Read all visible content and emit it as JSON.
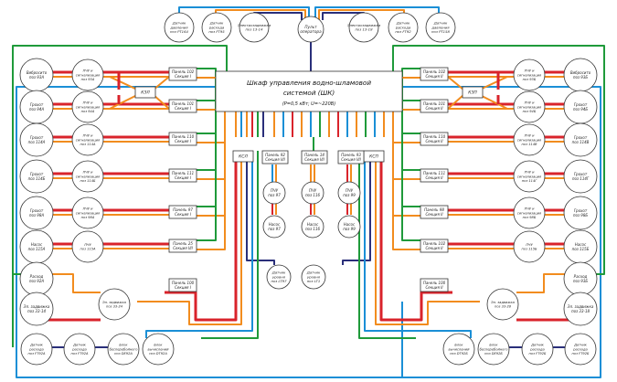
{
  "main": {
    "line1": "Шкаф управления водно-шламовой",
    "line2": "системой (ШК)",
    "line3": "(P=0,5 кВт; U=~220В)"
  },
  "operator": {
    "line1": "Пульт",
    "line2": "оператора"
  },
  "kzl": "КЗЛ",
  "kzr": "КЗП",
  "ksl": "КСЛ",
  "ksr": "КСП",
  "center_panels": [
    {
      "l1": "Панель 92",
      "l2": "Секция I/II"
    },
    {
      "l1": "Панель 14",
      "l2": "Секция I/II"
    },
    {
      "l1": "Панель 93",
      "l2": "Секция I/II"
    }
  ],
  "center_ppu": [
    {
      "l1": "ПЧУ",
      "l2": "поз 97"
    },
    {
      "l1": "ПЧУ",
      "l2": "поз 116"
    },
    {
      "l1": "ПЧУ",
      "l2": "поз 99"
    }
  ],
  "pumps": [
    {
      "l1": "Насос",
      "l2": "поз 97"
    },
    {
      "l1": "Насос",
      "l2": "поз 116"
    },
    {
      "l1": "Насос",
      "l2": "поз 99"
    }
  ],
  "level_sensors": [
    {
      "l1": "Датчик",
      "l2": "уровня",
      "l3": "поз LT97"
    },
    {
      "l1": "Датчик",
      "l2": "уровня",
      "l3": "поз LT1"
    }
  ],
  "top_left": [
    {
      "l1": "Датчик",
      "l2": "давления",
      "l3": "поз PT164"
    },
    {
      "l1": "Датчик",
      "l2": "расхода",
      "l3": "поз FT95"
    },
    {
      "l1": "Электрозадвижка",
      "l2": "поз 13-14"
    }
  ],
  "top_right": [
    {
      "l1": "Электрозадвижка",
      "l2": "поз 13-18"
    },
    {
      "l1": "Датчик",
      "l2": "расхода",
      "l3": "поз FT92"
    },
    {
      "l1": "Датчик",
      "l2": "давления",
      "l3": "поз PT158"
    }
  ],
  "left_equipment": [
    {
      "l1": "Вибросито",
      "l2": "поз 93А"
    },
    {
      "l1": "Грохот",
      "l2": "поз 94А"
    },
    {
      "l1": "Грохот",
      "l2": "поз 114А"
    },
    {
      "l1": "Грохот",
      "l2": "поз 114Б"
    },
    {
      "l1": "Грохот",
      "l2": "поз 98А"
    },
    {
      "l1": "Насос",
      "l2": "поз 115А"
    },
    {
      "l1": "Расход",
      "l2": "поз 92А"
    },
    {
      "l1": "Эл. задвижка",
      "l2": "поз 33-14"
    }
  ],
  "left_ppu": [
    {
      "l1": "ПЧУ и",
      "l2": "сигнализация",
      "l3": "поз 93А"
    },
    {
      "l1": "ПЧУ и",
      "l2": "сигнализация",
      "l3": "поз 94А"
    },
    {
      "l1": "ПЧУ и",
      "l2": "сигнализация",
      "l3": "поз 114А"
    },
    {
      "l1": "ПЧУ и",
      "l2": "сигнализация",
      "l3": "поз 114Б"
    },
    {
      "l1": "ПЧУ и",
      "l2": "сигнализация",
      "l3": "поз 98А"
    },
    {
      "l1": "ПЧУ",
      "l2": "поз 115А"
    },
    {
      "l1": "Эл. задвижка",
      "l2": "поз 33-24"
    }
  ],
  "left_panels": [
    {
      "l1": "Панель 102",
      "l2": "Секция I"
    },
    {
      "l1": "Панель 101",
      "l2": "Секция I"
    },
    {
      "l1": "Панель 110",
      "l2": "Секция I"
    },
    {
      "l1": "Панель 111",
      "l2": "Секция I"
    },
    {
      "l1": "Панель 97",
      "l2": "Секция I"
    },
    {
      "l1": "Панель 25",
      "l2": "Секция I/II"
    },
    {
      "l1": "Панель 100",
      "l2": "Секция I"
    }
  ],
  "right_equipment": [
    {
      "l1": "Вибросито",
      "l2": "поз 93Б"
    },
    {
      "l1": "Грохот",
      "l2": "поз 94Б"
    },
    {
      "l1": "Грохот",
      "l2": "поз 114В"
    },
    {
      "l1": "Грохот",
      "l2": "поз 114Г"
    },
    {
      "l1": "Грохот",
      "l2": "поз 98Б"
    },
    {
      "l1": "Насос",
      "l2": "поз 115Б"
    },
    {
      "l1": "Расход",
      "l2": "поз 93Б"
    },
    {
      "l1": "Эл. задвижка",
      "l2": "поз 33-18"
    }
  ],
  "right_ppu": [
    {
      "l1": "ПЧУ и",
      "l2": "сигнализация",
      "l3": "поз 93Б"
    },
    {
      "l1": "ПЧУ и",
      "l2": "сигнализация",
      "l3": "поз 94Б"
    },
    {
      "l1": "ПЧУ и",
      "l2": "сигнализация",
      "l3": "поз 114В"
    },
    {
      "l1": "ПЧУ и",
      "l2": "сигнализация",
      "l3": "поз 114Г"
    },
    {
      "l1": "ПЧУ и",
      "l2": "сигнализация",
      "l3": "поз 98Б"
    },
    {
      "l1": "ПЧУ",
      "l2": "поз 115Б"
    },
    {
      "l1": "Эл. задвижка",
      "l2": "поз 33-28"
    }
  ],
  "right_panels": [
    {
      "l1": "Панель 102",
      "l2": "Секция II"
    },
    {
      "l1": "Панель 101",
      "l2": "Секция II"
    },
    {
      "l1": "Панель 110",
      "l2": "Секция II"
    },
    {
      "l1": "Панель 111",
      "l2": "Секция II"
    },
    {
      "l1": "Панель 98",
      "l2": "Секция II"
    },
    {
      "l1": "Панель 102",
      "l2": "Секция II"
    },
    {
      "l1": "Панель 100",
      "l2": "Секция II"
    }
  ],
  "bottom_left": [
    {
      "l1": "Датчик",
      "l2": "расхода",
      "l3": "поз FT92А"
    },
    {
      "l1": "Датчик",
      "l2": "расхода",
      "l3": "поз FT92А"
    },
    {
      "l1": "Блок",
      "l2": "бесперебойного",
      "l3": "поз DE92А"
    },
    {
      "l1": "Блок",
      "l2": "вычислений",
      "l3": "поз DT92А"
    }
  ],
  "bottom_right": [
    {
      "l1": "Блок",
      "l2": "вычислений",
      "l3": "поз DT92Б"
    },
    {
      "l1": "Блок",
      "l2": "бесперебойного",
      "l3": "поз DE92Б"
    },
    {
      "l1": "Датчик",
      "l2": "расхода",
      "l3": "поз FT92Б"
    },
    {
      "l1": "Датчик",
      "l2": "расхода",
      "l3": "поз FT92Б"
    }
  ],
  "colors": {
    "red": "#d9232b",
    "orange": "#f28c1e",
    "green": "#1f9a3a",
    "blue": "#1a8fd6",
    "navy": "#2a2f7a"
  }
}
